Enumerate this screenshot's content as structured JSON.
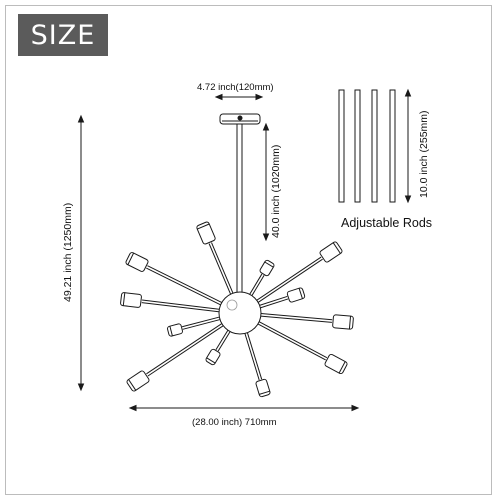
{
  "badge": {
    "text": "SIZE"
  },
  "dimensions": {
    "canopy_width": "4.72 inch(120mm)",
    "rod_length": "40.0 inch (1020mm)",
    "total_height": "49.21 inch (1250mm)",
    "total_width": "(28.00 inch) 710mm",
    "adjustable_rod_length": "10.0 inch (255mm)"
  },
  "rods_caption": "Adjustable Rods",
  "colors": {
    "line": "#1a1a1a",
    "badge_bg": "#5b5b5b",
    "frame": "#bcbcbc"
  }
}
